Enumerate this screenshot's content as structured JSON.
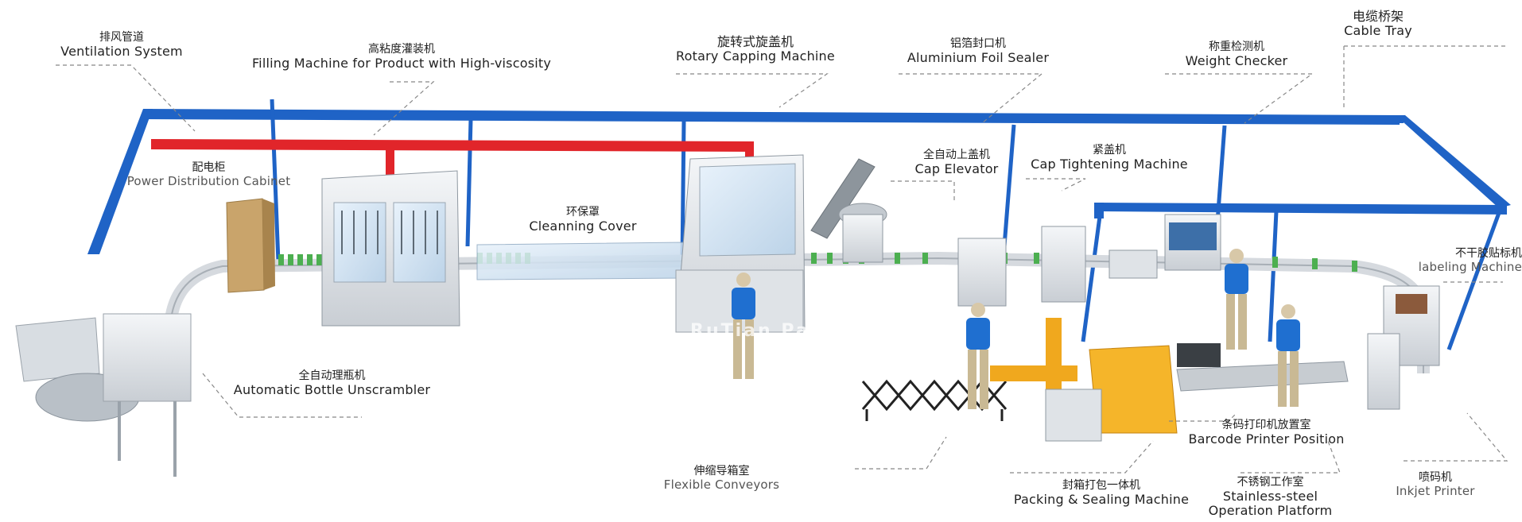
{
  "labels": {
    "ventilation": {
      "zh": "排风管道",
      "en": "Ventilation System"
    },
    "filling": {
      "zh": "高粘度灌装机",
      "en": "Filling Machine for Product with High-viscosity"
    },
    "capping": {
      "zh": "旋转式旋盖机",
      "en": "Rotary Capping Machine"
    },
    "foil": {
      "zh": "铝箔封口机",
      "en": "Aluminium Foil Sealer"
    },
    "weight": {
      "zh": "称重检测机",
      "en": "Weight Checker"
    },
    "cable": {
      "zh": "电缆桥架",
      "en": "Cable Tray"
    },
    "power": {
      "zh": "配电柜",
      "en": "Power Distribution Cabinet"
    },
    "cover": {
      "zh": "环保罩",
      "en": "Cleanning Cover"
    },
    "elevator": {
      "zh": "全自动上盖机",
      "en": "Cap Elevator"
    },
    "tightening": {
      "zh": "紧盖机",
      "en": "Cap Tightening Machine"
    },
    "labeling": {
      "zh": "不干胶贴标机",
      "en": "labeling Machine"
    },
    "unscrambler": {
      "zh": "全自动理瓶机",
      "en": "Automatic Bottle Unscrambler"
    },
    "conveyors": {
      "zh": "伸缩导箱室",
      "en": "Flexible Conveyors"
    },
    "packing": {
      "zh": "封箱打包一体机",
      "en": "Packing & Sealing Machine"
    },
    "barcode": {
      "zh": "条码打印机放置室",
      "en": "Barcode Printer Position"
    },
    "platform": {
      "zh": "不锈钢工作室",
      "en": "Stainless-steel",
      "en2": "Operation Platform"
    },
    "inkjet": {
      "zh": "喷码机",
      "en": "Inkjet Printer"
    }
  },
  "watermark": {
    "text": "RuTian Packaging"
  },
  "colors": {
    "cable_tray": "#1f63c6",
    "ventilation_duct": "#e1252a",
    "machine_body": "#e9ecef",
    "operator_shirt": "#1f6fd0",
    "packing_machine": "#f0a81e"
  }
}
